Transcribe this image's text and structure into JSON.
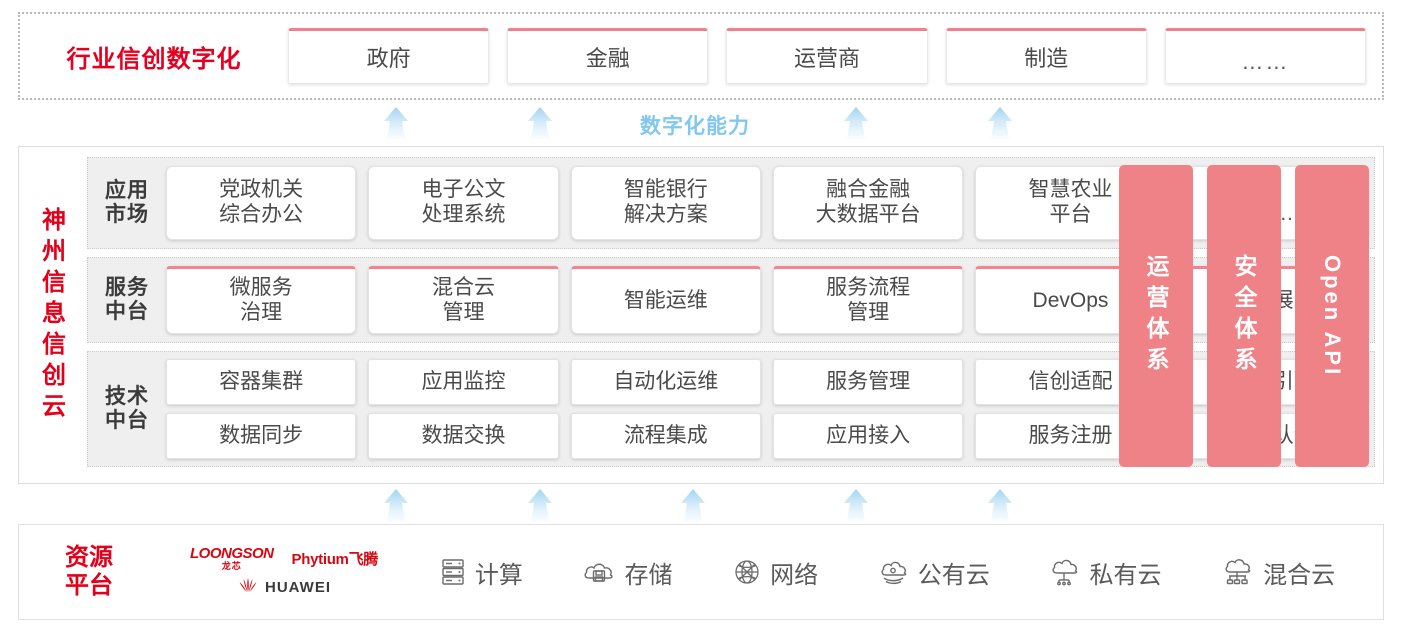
{
  "industry": {
    "title": "行业信创数字化",
    "boxes": [
      {
        "label": "政府"
      },
      {
        "label": "金融"
      },
      {
        "label": "运营商"
      },
      {
        "label": "制造"
      },
      {
        "label": "……"
      }
    ]
  },
  "capability": {
    "label": "数字化能力",
    "arrow_icon": "up-arrow-icon",
    "arrow_count": 4,
    "color": "#82C7EE"
  },
  "cloud": {
    "title": "神州信息信创云",
    "bands": [
      {
        "key": "app",
        "label": "应用\n市场",
        "label_line1": "应用",
        "label_line2": "市场",
        "items": [
          "党政机关\n综合办公",
          "电子公文\n处理系统",
          "智能银行\n解决方案",
          "融合金融\n大数据平台",
          "智慧农业\n平台",
          "……"
        ]
      },
      {
        "key": "svc",
        "label_line1": "服务",
        "label_line2": "中台",
        "items": [
          "微服务\n治理",
          "混合云\n管理",
          "智能运维",
          "服务流程\n管理",
          "DevOps",
          "大屏展示"
        ]
      },
      {
        "key": "tec",
        "label_line1": "技术",
        "label_line2": "中台",
        "row1": [
          "容器集群",
          "应用监控",
          "自动化运维",
          "服务管理",
          "信创适配",
          "流程引擎"
        ],
        "row2": [
          "数据同步",
          "数据交换",
          "流程集成",
          "应用接入",
          "服务注册",
          "统一认证"
        ]
      }
    ],
    "pillars": [
      {
        "label": "运营体系",
        "latin": false
      },
      {
        "label": "安全体系",
        "latin": false
      },
      {
        "label": "Open API",
        "latin": true
      }
    ],
    "pillar_color": "#EE8287"
  },
  "resource": {
    "title_line1": "资源",
    "title_line2": "平台",
    "logos": [
      {
        "name": "loongson",
        "en": "LOONGSON",
        "cn": "龙芯"
      },
      {
        "name": "phytium",
        "text": "Phytium飞腾"
      },
      {
        "name": "huawei",
        "text": "HUAWEI"
      }
    ],
    "items": [
      {
        "label": "计算",
        "icon": "server-icon"
      },
      {
        "label": "存储",
        "icon": "storage-cloud-icon"
      },
      {
        "label": "网络",
        "icon": "network-globe-icon"
      },
      {
        "label": "公有云",
        "icon": "public-cloud-icon"
      },
      {
        "label": "私有云",
        "icon": "private-cloud-icon"
      },
      {
        "label": "混合云",
        "icon": "hybrid-cloud-icon"
      }
    ]
  },
  "colors": {
    "brand_red": "#E2001A",
    "pink": "#EE8287",
    "accent_pink": "#F3838F",
    "light_blue": "#82C7EE",
    "band_gray": "#efefef"
  }
}
